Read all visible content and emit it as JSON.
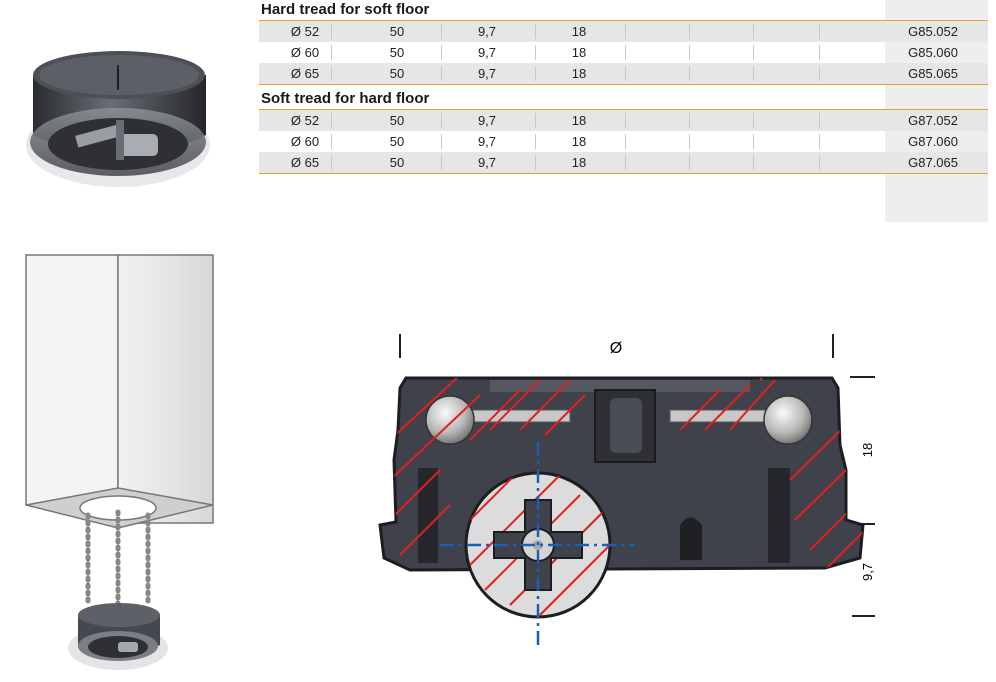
{
  "sections": [
    {
      "title": "Hard tread for soft floor",
      "rows": [
        {
          "diameter": "52",
          "c1": "50",
          "c2": "9,7",
          "c3": "18",
          "code": "G85.052"
        },
        {
          "diameter": "60",
          "c1": "50",
          "c2": "9,7",
          "c3": "18",
          "code": "G85.060"
        },
        {
          "diameter": "65",
          "c1": "50",
          "c2": "9,7",
          "c3": "18",
          "code": "G85.065"
        }
      ]
    },
    {
      "title": "Soft tread for hard floor",
      "rows": [
        {
          "diameter": "52",
          "c1": "50",
          "c2": "9,7",
          "c3": "18",
          "code": "G87.052"
        },
        {
          "diameter": "60",
          "c1": "50",
          "c2": "9,7",
          "c3": "18",
          "code": "G87.060"
        },
        {
          "diameter": "65",
          "c1": "50",
          "c2": "9,7",
          "c3": "18",
          "code": "G87.065"
        }
      ]
    }
  ],
  "diameter_symbol": "Ø",
  "drawing": {
    "diameter_label": "Ø",
    "height_label": "18",
    "base_label": "9,7"
  },
  "colors": {
    "accent_rule": "#f0a020",
    "hatch": "#e02020",
    "centerline": "#1a5fb4",
    "part_dark": "#3a3d44"
  }
}
